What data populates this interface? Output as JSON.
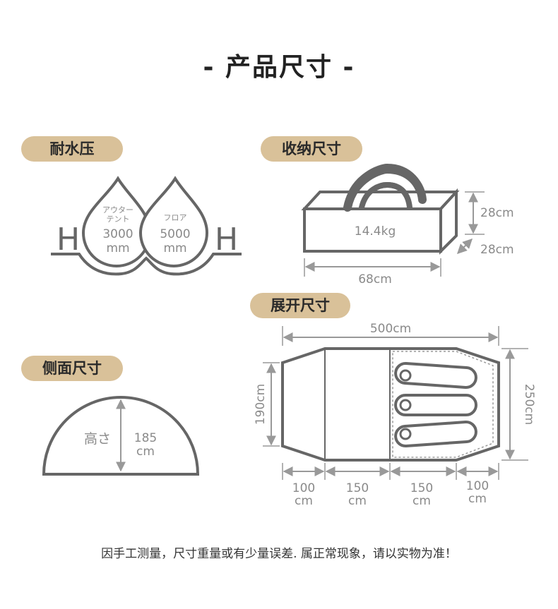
{
  "title": "- 产品尺寸 -",
  "sections": {
    "waterproof": "耐水压",
    "storage": "收纳尺寸",
    "unfolded": "展开尺寸",
    "side": "侧面尺寸"
  },
  "waterproof": {
    "h_left": "H",
    "h_right": "H",
    "outer_label_1": "アウター",
    "outer_label_2": "テント",
    "outer_value": "3000",
    "outer_unit": "mm",
    "floor_label": "フロア",
    "floor_value": "5000",
    "floor_unit": "mm"
  },
  "storage": {
    "weight": "14.4kg",
    "height": "28cm",
    "depth": "28cm",
    "width": "68cm"
  },
  "unfolded": {
    "total_length": "500cm",
    "inner_height": "190cm",
    "total_width": "250cm",
    "seg1_value": "100",
    "seg1_unit": "cm",
    "seg2_value": "150",
    "seg2_unit": "cm",
    "seg3_value": "150",
    "seg3_unit": "cm",
    "seg4_value": "100",
    "seg4_unit": "cm"
  },
  "side": {
    "label": "高さ",
    "value": "185",
    "unit": "cm"
  },
  "note": "因手工测量，尺寸重量或有少量误差. 属正常现象，请以实物为准！",
  "colors": {
    "accent": "#d9c199",
    "line": "#666666",
    "dim": "#999999"
  }
}
